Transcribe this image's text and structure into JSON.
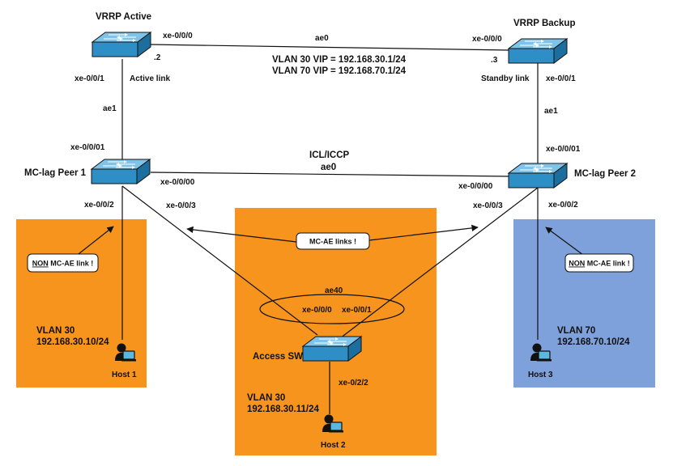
{
  "colors": {
    "zone_orange": "#F7941D",
    "zone_blue": "#7EA1DB",
    "switch_fill": "#2E8FC6",
    "host_screen": "#5BB8DE"
  },
  "devices": {
    "vrrp_active": {
      "label": "VRRP Active",
      "icon": "network-switch-icon"
    },
    "vrrp_backup": {
      "label": "VRRP Backup",
      "icon": "network-switch-icon"
    },
    "mclag_peer1": {
      "label": "MC-lag Peer 1",
      "icon": "network-switch-icon"
    },
    "mclag_peer2": {
      "label": "MC-lag Peer 2",
      "icon": "network-switch-icon"
    },
    "access_sw": {
      "label": "Access SW",
      "icon": "network-switch-icon"
    }
  },
  "hosts": {
    "host1": {
      "label": "Host 1",
      "vlan": "VLAN 30",
      "ip": "192.168.30.10/24",
      "icon": "user-computer-icon"
    },
    "host2": {
      "label": "Host 2",
      "vlan": "VLAN 30",
      "ip": "192.168.30.11/24",
      "icon": "user-computer-icon"
    },
    "host3": {
      "label": "Host 3",
      "vlan": "VLAN 70",
      "ip": "192.168.70.10/24",
      "icon": "user-computer-icon"
    }
  },
  "vip": {
    "vlan30": "VLAN 30 VIP = 192.168.30.1/24",
    "vlan70": "VLAN 70 VIP = 192.168.70.1/24"
  },
  "ports": {
    "active_xe000": "xe-0/0/0",
    "active_dot2": ".2",
    "active_xe001": "xe-0/0/1",
    "active_link": "Active link",
    "active_ae1": "ae1",
    "top_ae0": "ae0",
    "backup_xe000": "xe-0/0/0",
    "backup_dot3": ".3",
    "backup_standby": "Standby link",
    "backup_xe001": "xe-0/0/1",
    "backup_ae1": "ae1",
    "peer1_xe0001": "xe-0/0/01",
    "peer1_xe0000": "xe-0/0/00",
    "peer1_xe002": "xe-0/0/2",
    "peer1_xe003": "xe-0/0/3",
    "peer2_xe0001": "xe-0/0/01",
    "peer2_xe0000": "xe-0/0/00",
    "peer2_xe003": "xe-0/0/3",
    "peer2_xe002": "xe-0/0/2",
    "icl_iccp": "ICL/ICCP",
    "icl_ae0": "ae0",
    "ae40": "ae40",
    "access_xe000": "xe-0/0/0",
    "access_xe001": "xe-0/0/1",
    "access_xe022": "xe-0/2/2"
  },
  "callouts": {
    "mc_ae_links": "MC-AE links !",
    "non_left_prefix": "NON",
    "non_left_suffix": " MC-AE link !",
    "non_right_prefix": "NON",
    "non_right_suffix": " MC-AE link !"
  }
}
